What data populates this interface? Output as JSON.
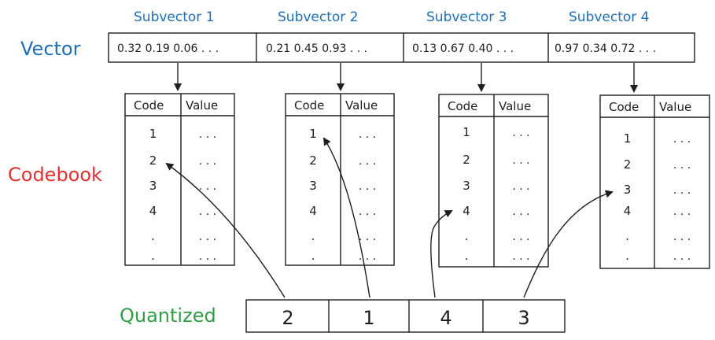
{
  "row_labels": {
    "vector": "Vector",
    "codebook": "Codebook",
    "quantized": "Quantized"
  },
  "colors": {
    "vector_label": "#1f6fb5",
    "subvector_title": "#1f6fb5",
    "codebook_label": "#e03131",
    "quantized_label": "#2f9e44",
    "ink": "#1e1e1e"
  },
  "subvectors": [
    {
      "title": "Subvector 1",
      "values": "0.32  0.19  0.06 . . ."
    },
    {
      "title": "Subvector 2",
      "values": "0.21  0.45  0.93 . . ."
    },
    {
      "title": "Subvector 3",
      "values": "0.13  0.67  0.40 . . ."
    },
    {
      "title": "Subvector 4",
      "values": "0.97  0.34  0.72 . . ."
    }
  ],
  "codebook": {
    "headers": [
      "Code",
      "Value"
    ],
    "codes": [
      "1",
      "2",
      "3",
      "4",
      ".",
      "."
    ],
    "value_placeholder": ". . ."
  },
  "quantized": [
    "2",
    "1",
    "4",
    "3"
  ]
}
